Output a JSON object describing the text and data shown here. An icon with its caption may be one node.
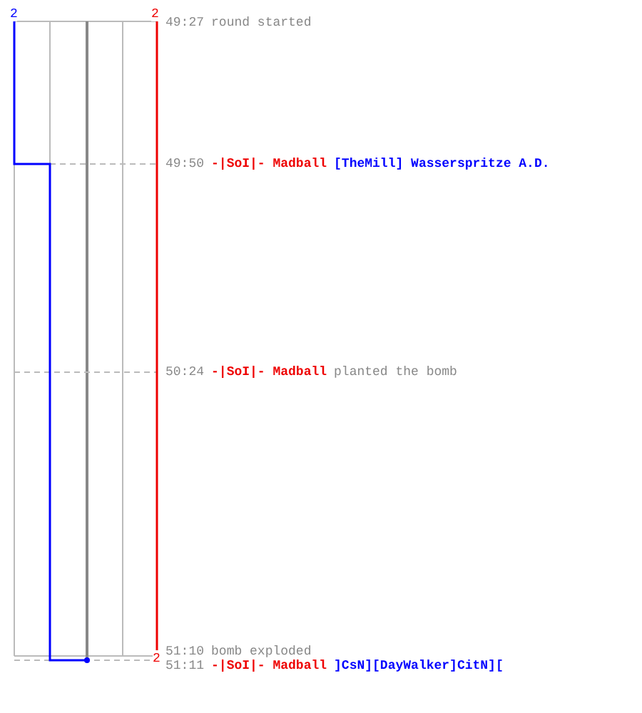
{
  "diagram": {
    "labels": [
      "2",
      "2",
      "49:27",
      "round started",
      "49:50",
      "-|SoI|- Madball",
      "[TheMill] Wasserspritze A.D.",
      "50:24",
      "-|SoI|- Madball",
      "planted the bomb",
      "51:10",
      "bomb exploded",
      "2",
      "51:11",
      "-|SoI|- Madball",
      "]CsN][DayWalker]CitN]["
    ]
  }
}
